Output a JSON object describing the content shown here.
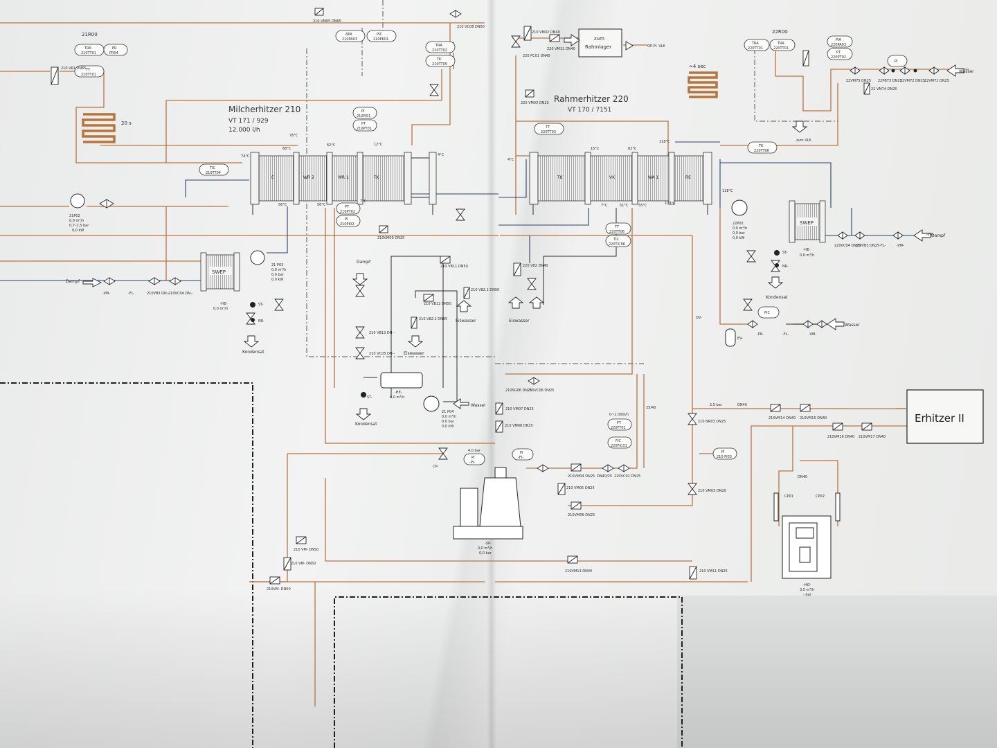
{
  "diagram": {
    "title_milk": "Milcherhitzer 210",
    "milk_type": "VT 171 / 929",
    "milk_capacity": "12.000 l/h",
    "title_cream": "Rahmerhitzer 220",
    "cream_type": "VT 170 / 7151",
    "section_21": "21R00",
    "section_22": "22R00",
    "erhitzer": "Erhitzer II",
    "rahmlager_1": "zum",
    "rahmlager_2": "Rahmlager",
    "rahmlager_target": "OP-Pl. VL6",
    "holding_20s": "20 s",
    "holding_4s": "≈4 sec",
    "zum_vl6": "zum VL6",
    "pressure_25": "2,5 bar",
    "pressure_40": "4,0 bar",
    "flow_ft": "0~2.000l/h",
    "dn_2540": "25/40"
  },
  "sections_milk": [
    "E",
    "WR 2",
    "WR 1",
    "TK"
  ],
  "sections_cream": [
    "TK",
    "VK",
    "WA 1",
    "RE"
  ],
  "temps": [
    "74°C",
    "68°C",
    "62°C",
    "12°C",
    "4°C",
    "76°C",
    "56°C",
    "56°C",
    "7°C",
    "4°C",
    "15°C",
    "62°C",
    "118°C",
    "7°C",
    "51°C",
    "55°C",
    "103°C",
    "118°C"
  ],
  "instruments": [
    {
      "a": "TRA",
      "b": "210TT01"
    },
    {
      "a": "PR",
      "b": "PR04"
    },
    {
      "a": "TT",
      "b": "210TT01"
    },
    {
      "a": "ΔPA",
      "b": "210PA03"
    },
    {
      "a": "PIC",
      "b": "210PK01"
    },
    {
      "a": "TRA",
      "b": "210TT02"
    },
    {
      "a": "TK",
      "b": "210TT05"
    },
    {
      "a": "PI",
      "b": "210PI01"
    },
    {
      "a": "PT",
      "b": "210PT01"
    },
    {
      "a": "TIC",
      "b": "210TT04"
    },
    {
      "a": "PT",
      "b": "210PT02"
    },
    {
      "a": "PI",
      "b": "210PI02"
    },
    {
      "a": "TT",
      "b": "220TT03"
    },
    {
      "a": "TK",
      "b": "220TT06"
    },
    {
      "a": "TT",
      "b": "220TT06"
    },
    {
      "a": "TIC",
      "b": "220TIC06"
    },
    {
      "a": "TRA",
      "b": "220TT01"
    },
    {
      "a": "TRA",
      "b": "220TT01"
    },
    {
      "a": "PIA",
      "b": "220PA03"
    },
    {
      "a": "PT",
      "b": "220PT02"
    },
    {
      "a": "PI",
      "b": ""
    },
    {
      "a": "FT",
      "b": "220FT01"
    },
    {
      "a": "FIC",
      "b": "220FIC01"
    },
    {
      "a": "PI",
      "b": "-PI-"
    },
    {
      "a": "PI",
      "b": "-FI-"
    },
    {
      "a": "PI",
      "b": "210 PI03"
    },
    {
      "a": "PIC",
      "b": ""
    }
  ],
  "valve_tags": [
    "210 VM05 DN65",
    "210 VC08 DN50",
    "210 V61 DN65",
    "210 VM02 DN40",
    "220 VM11 DN40",
    "220 PC01 DN40",
    "220 VM03 DN25",
    "210VM09 DN25",
    "210 VB11 DN50",
    "210 V82.1 DN50",
    "210 VB12 DN50",
    "210 V82.2 DN65",
    "210 VB13 DN--",
    "210 VC05 DN--",
    "210VB3 DN--",
    "210VC04 DN--",
    "220 V82 DN40",
    "210SG06 DN25",
    "210VC06 DN25",
    "210 VM07 DN25",
    "210 VM08 DN25",
    "210VM04 DN25",
    "DN40/25",
    "220VC01 DN25",
    "210 VM05 DN25",
    "210VM06 DN25",
    "210 NR03 DN25",
    "210VM14 DN40",
    "210VM15 DN40",
    "210VM16 DN40",
    "210VM17 DN40",
    "210 VM03 DN20",
    "210VM13 DN40",
    "210 VM11 DN25",
    "210 VM- DN50",
    "210 VM- DN50",
    "210VM- DN50",
    "22VM75 DN25",
    "22PB73 DN25",
    "22VM72 DN25",
    "22VM71 DN25",
    "22 VM74 DN25",
    "220VC04 DN25",
    "220VB3 DN25"
  ],
  "pumps": [
    {
      "tag": "21P02",
      "line1": "0,0 m³/h",
      "line2": "0,7–1,5 bar",
      "line3": "0,0 kW"
    },
    {
      "tag": "21 P03",
      "line1": "0,0 m³/h",
      "line2": "0,0 bar",
      "line3": "0,0 kW"
    },
    {
      "tag": "21 P04",
      "line1": "0,0 m³/h",
      "line2": "0,0 bar",
      "line3": "0,0 kW"
    },
    {
      "tag": "22P02",
      "line1": "0,0 m³/h",
      "line2": "0,0 bar",
      "line3": "0,0 kW"
    }
  ],
  "labels": {
    "swep": "SWEP",
    "dampf": "Dampf",
    "wasser": "Wasser",
    "eiswasser": "Eiswasser",
    "kondensat": "Kondensat",
    "he_flow": "0,0 m³/h",
    "he": "-HE-",
    "sp": "-SP-",
    "sp_flow": "0,0 m³/h",
    "sp_bar": "0,0 bar",
    "ho": "-HO-",
    "ho_flow": "3,5 m³/h",
    "ho_bar": "- bar",
    "cp01": "CP01",
    "cp02": "CP02",
    "dn40": "DN40",
    "cp": "CP-",
    "ev": "EV-",
    "dv": "DV-",
    "st": "ST-",
    "nr": "NR-",
    "fl": "-FL-",
    "vm": "-VM-",
    "pr": "-PR-"
  }
}
